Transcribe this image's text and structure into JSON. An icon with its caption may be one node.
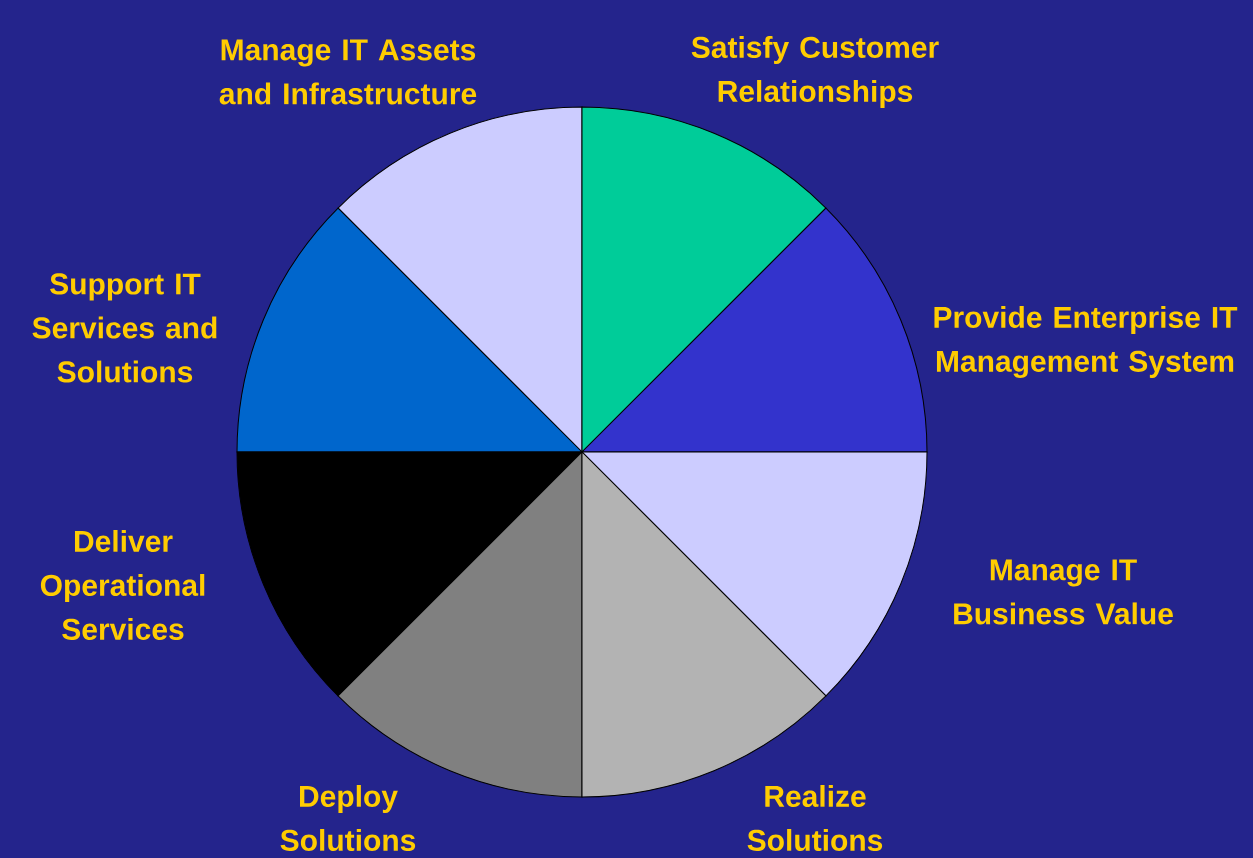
{
  "diagram": {
    "nodes": [
      {
        "text": [
          "Manage IT Assets and Infrastructure"
        ]
      },
      {
        "text": [
          "Satisfy Customer Relationships"
        ]
      },
      {
        "text": [
          "Support IT Services and Solutions"
        ]
      },
      {
        "text": [
          "Provide Enterprise IT Management System"
        ]
      },
      {
        "text": [
          "Deliver Operational Services"
        ]
      },
      {
        "text": [
          "Manage IT Business Value"
        ]
      },
      {
        "text": [
          "Deploy Solutions"
        ]
      },
      {
        "text": [
          "Realize Solutions"
        ]
      }
    ],
    "edges": []
  }
}
